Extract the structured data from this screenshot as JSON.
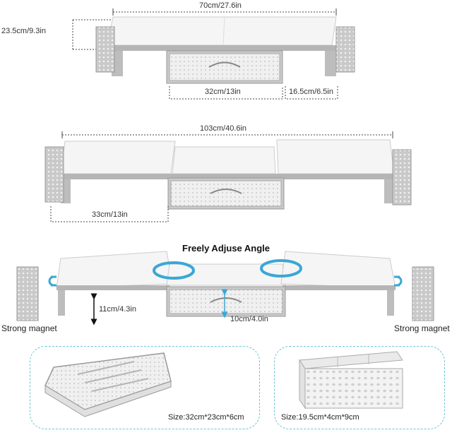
{
  "section1": {
    "width_label": "70cm/27.6in",
    "depth_label": "23.5cm/9.3in",
    "drawer_label": "32cm/13in",
    "side_label": "16.5cm/6.5in"
  },
  "section2": {
    "width_label": "103cm/40.6in",
    "side_label": "33cm/13in"
  },
  "section3": {
    "title": "Freely Adjuse Angle",
    "height_label": "11cm/4.3in",
    "drawer_height_label": "10cm/4.0in",
    "magnet_left": "Strong magnet",
    "magnet_right": "Strong magnet"
  },
  "boxes": {
    "drawer_size": "Size:32cm*23cm*6cm",
    "holder_size": "Size:19.5cm*4cm*9cm"
  },
  "colors": {
    "accent": "#3aa7d6",
    "frame": "#b8b8b8",
    "top": "#f2f2f2",
    "dashed": "#6cc5d4"
  }
}
